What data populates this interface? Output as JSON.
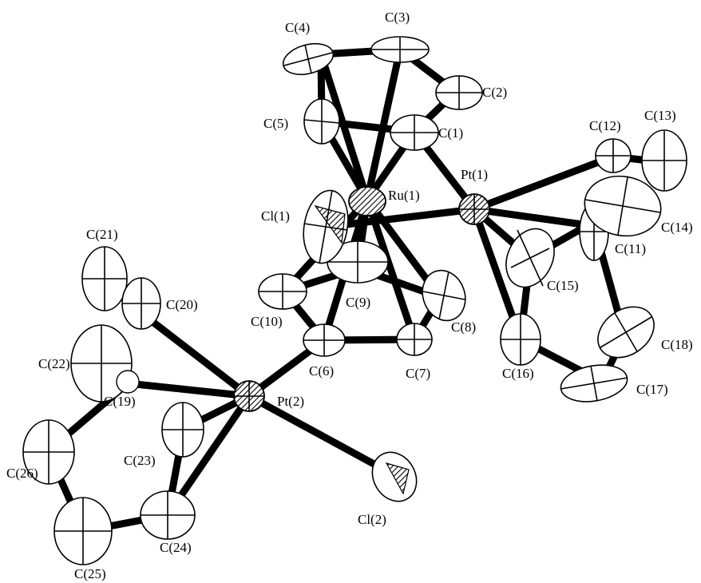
{
  "figure": {
    "labels": {
      "ru1": "Ru(1)",
      "pt1": "Pt(1)",
      "pt2": "Pt(2)",
      "cl1": "Cl(1)",
      "cl2": "Cl(2)",
      "c1": "C(1)",
      "c2": "C(2)",
      "c3": "C(3)",
      "c4": "C(4)",
      "c5": "C(5)",
      "c6": "C(6)",
      "c7": "C(7)",
      "c8": "C(8)",
      "c9": "C(9)",
      "c10": "C(10)",
      "c11": "C(11)",
      "c12": "C(12)",
      "c13": "C(13)",
      "c14": "C(14)",
      "c15": "C(15)",
      "c16": "C(16)",
      "c17": "C(17)",
      "c18": "C(18)",
      "c19": "C(19)",
      "c20": "C(20)",
      "c21": "C(21)",
      "c22": "C(22)",
      "c23": "C(23)",
      "c24": "C(24)",
      "c25": "C(25)",
      "c26": "C(26)"
    },
    "colors": {
      "ink": "#000000",
      "paper": "#ffffff"
    }
  }
}
